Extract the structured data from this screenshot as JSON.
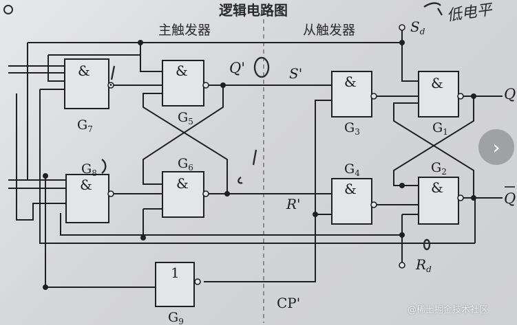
{
  "title": "逻辑电路图",
  "sections": {
    "master": "主触发器",
    "slave": "从触发器"
  },
  "gates": {
    "g7": {
      "symbol": "&",
      "label": "G",
      "sub": "7"
    },
    "g5": {
      "symbol": "&",
      "label": "G",
      "sub": "5"
    },
    "g8": {
      "symbol": "&",
      "label": "G",
      "sub": "8"
    },
    "g6": {
      "symbol": "&",
      "label": "G",
      "sub": "6"
    },
    "g3": {
      "symbol": "&",
      "label": "G",
      "sub": "3"
    },
    "g4": {
      "symbol": "&",
      "label": "G",
      "sub": "4"
    },
    "g1": {
      "symbol": "&",
      "label": "G",
      "sub": "1"
    },
    "g2": {
      "symbol": "&",
      "label": "G",
      "sub": "2"
    },
    "g9": {
      "symbol": "1",
      "label": "G",
      "sub": "9"
    }
  },
  "signals": {
    "q_prime": "Q'",
    "s_prime": "S'",
    "r_prime": "R'",
    "cp_prime": "CP'",
    "q": "Q",
    "q_bar": "Q",
    "sd": {
      "main": "S",
      "sub": "d"
    },
    "rd": {
      "main": "R",
      "sub": "d"
    }
  },
  "annotation": "低电平",
  "nav": {
    "next_glyph": "›"
  },
  "watermark": "@稀土掘金技术社区"
}
